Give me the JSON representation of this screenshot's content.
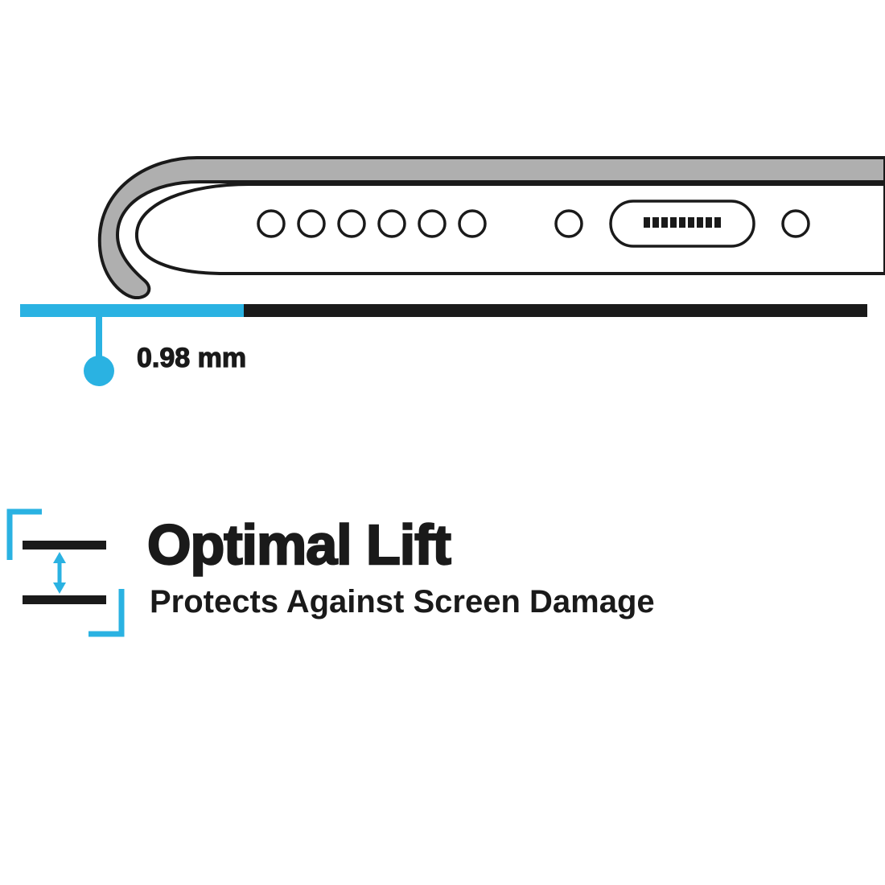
{
  "colors": {
    "accent": "#2ab2e2",
    "ink": "#1a1a1a",
    "case_gray": "#afafaf"
  },
  "measurement": {
    "label": "0.98 mm"
  },
  "feature": {
    "title": "Optimal Lift",
    "subtitle": "Protects Against Screen Damage"
  },
  "illustration": {
    "speaker_hole_count": 6,
    "screw_count": 2,
    "icons": {
      "phone_bottom_edge": "phone-outline-shape",
      "case_lip": "gray-hook-shape",
      "charging_port": "pill-with-pin-row",
      "lift_icon": "brackets-bars-double-arrow"
    }
  }
}
